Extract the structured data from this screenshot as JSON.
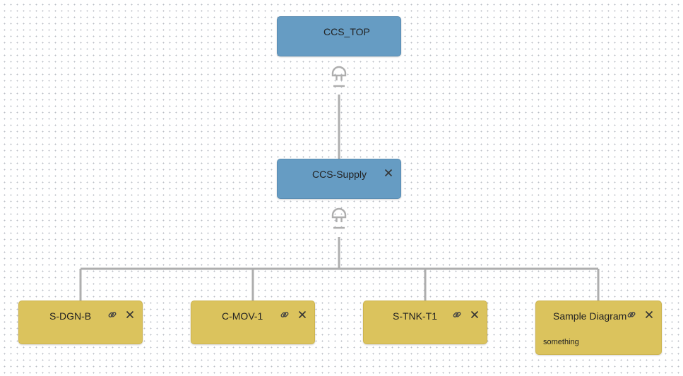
{
  "colors": {
    "parent_node": "#669cc3",
    "child_node": "#dbc35d",
    "connector": "#aeaeae"
  },
  "nodes": {
    "top": {
      "title": "CCS_TOP"
    },
    "supply": {
      "title": "CCS-Supply",
      "close_icon": "close-icon"
    },
    "children": [
      {
        "title": "S-DGN-B",
        "link_icon": "link-icon",
        "close_icon": "close-icon"
      },
      {
        "title": "C-MOV-1",
        "link_icon": "link-icon",
        "close_icon": "close-icon"
      },
      {
        "title": "S-TNK-T1",
        "link_icon": "link-icon",
        "close_icon": "close-icon"
      },
      {
        "title": "Sample Diagram",
        "subtitle": "something",
        "link_icon": "link-icon",
        "close_icon": "close-icon"
      }
    ]
  },
  "connector_icons": [
    "plug-icon",
    "plug-icon"
  ]
}
